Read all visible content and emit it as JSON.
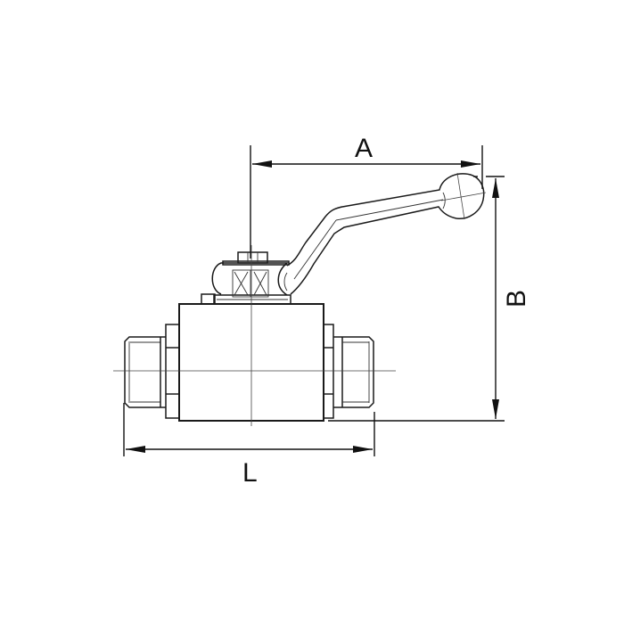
{
  "drawing": {
    "subject": "Two-piece ball valve with lever handle, side elevation",
    "line_color": "#1a1a1a",
    "background": "#ffffff"
  },
  "dimensions": {
    "A": {
      "label": "A",
      "meaning": "handle reach from stem axis to lever tip"
    },
    "B": {
      "label": "B",
      "meaning": "height from valve bottom to lever tip"
    },
    "L": {
      "label": "L",
      "meaning": "overall length end to end"
    }
  }
}
